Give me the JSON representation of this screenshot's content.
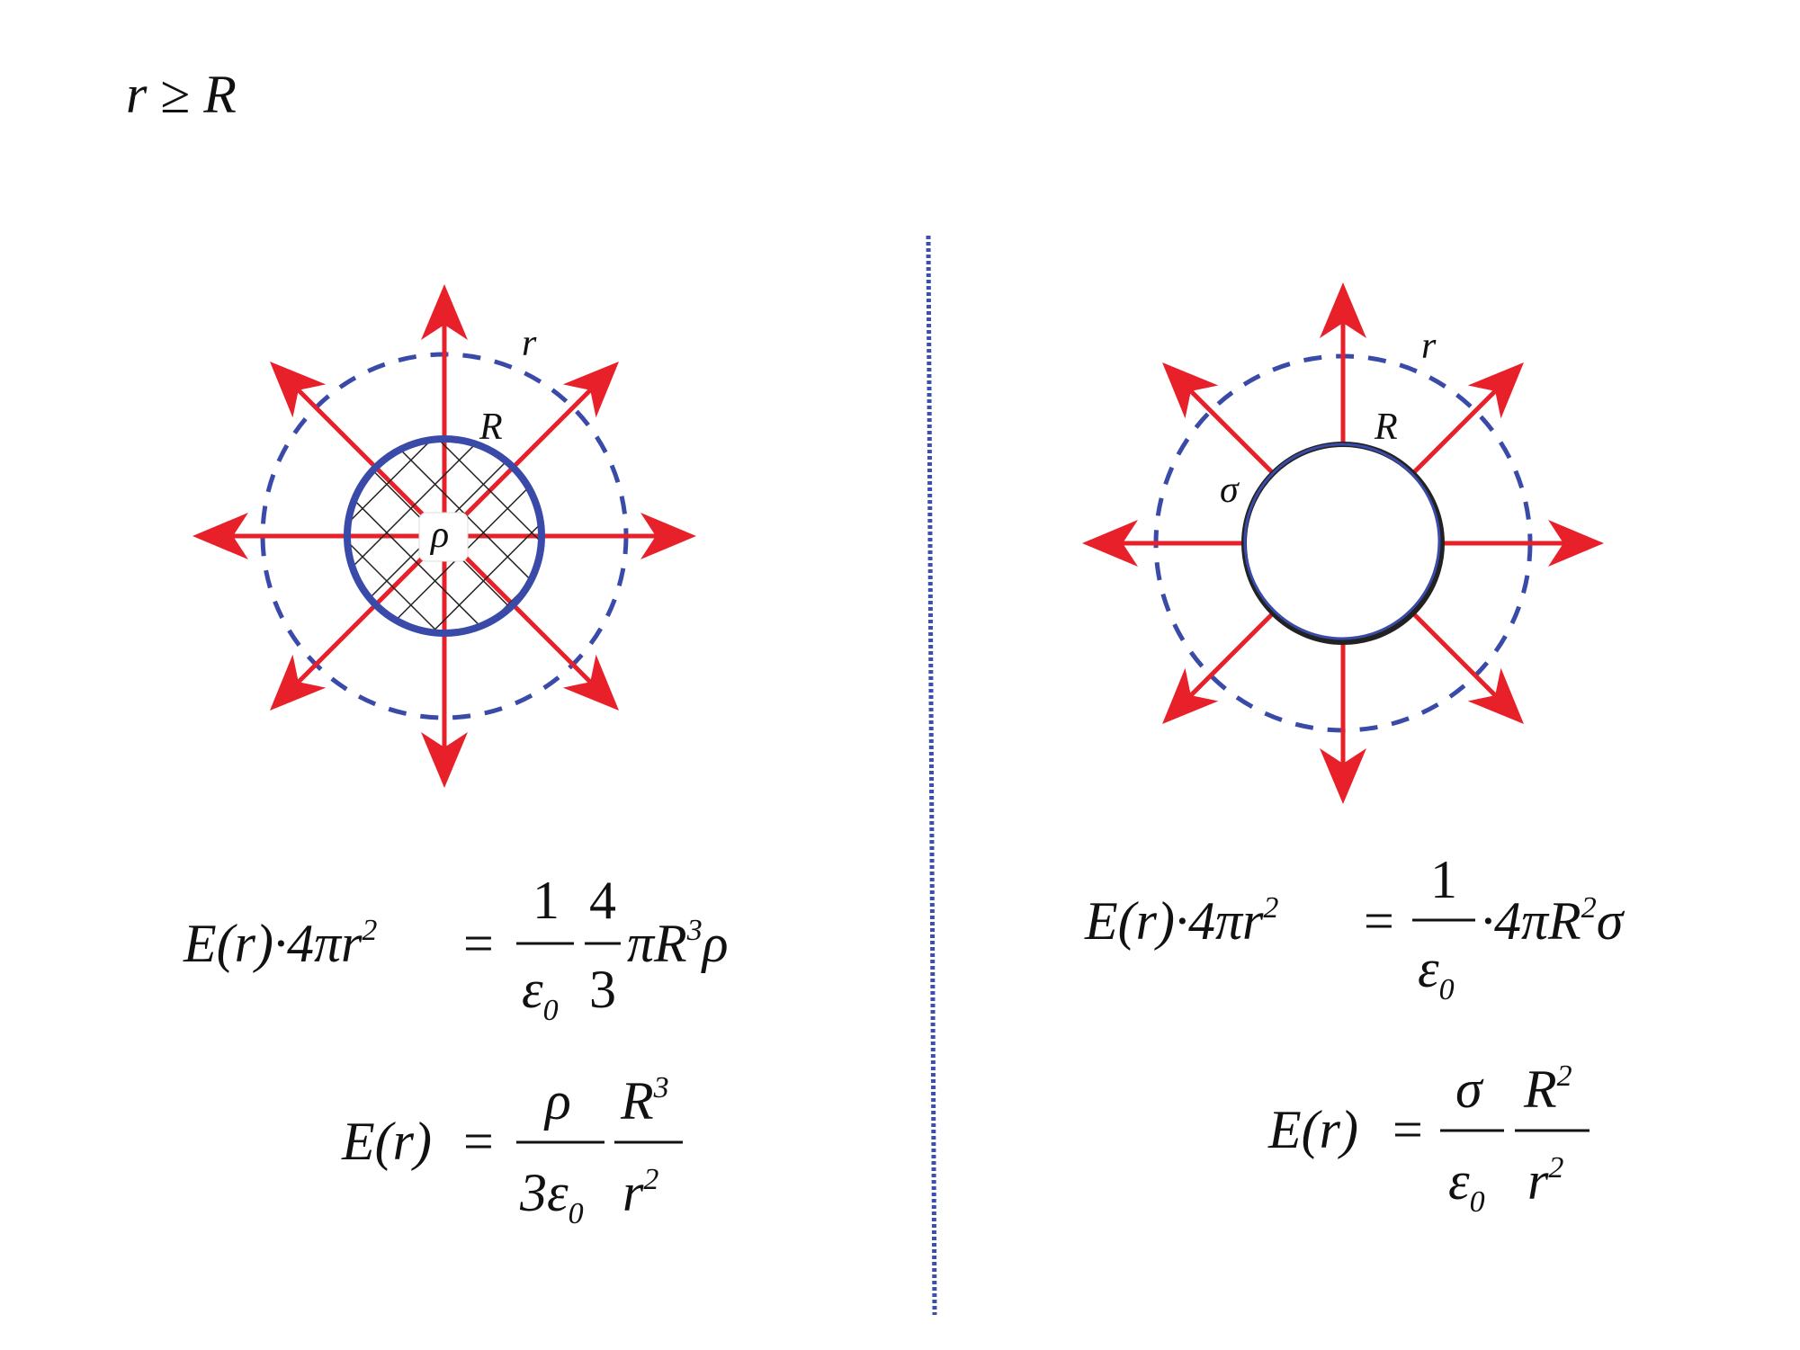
{
  "heading": {
    "lhs": "r",
    "op": "≥",
    "rhs": "R"
  },
  "colors": {
    "arrow": "#e8202a",
    "circle": "#3a4aa8",
    "dashed": "#3a4aa8",
    "divider": "#3b4fb0"
  },
  "left_diagram": {
    "label_r": "r",
    "label_R": "R",
    "label_rho": "ρ"
  },
  "right_diagram": {
    "label_r": "r",
    "label_R": "R",
    "label_sigma": "σ"
  },
  "left_eq1": {
    "lhs": "E(r)·4πr",
    "lhs_exp": "2",
    "eq": "=",
    "f1_num": "1",
    "f1_den": "ε",
    "f1_den_sub": "0",
    "f2_num": "4",
    "f2_den": "3",
    "rest": "πR",
    "rest_exp": "3",
    "tail": "ρ"
  },
  "left_eq2": {
    "lhs": "E(r)",
    "eq": "=",
    "f1_num": "ρ",
    "f1_den": "3ε",
    "f1_den_sub": "0",
    "f2_num": "R",
    "f2_num_exp": "3",
    "f2_den": "r",
    "f2_den_exp": "2"
  },
  "right_eq1": {
    "lhs": "E(r)·4πr",
    "lhs_exp": "2",
    "eq": "=",
    "f1_num": "1",
    "f1_den": "ε",
    "f1_den_sub": "0",
    "rest": "·4πR",
    "rest_exp": "2",
    "tail": "σ"
  },
  "right_eq2": {
    "lhs": "E(r)",
    "eq": "=",
    "f1_num": "σ",
    "f1_den": "ε",
    "f1_den_sub": "0",
    "f2_num": "R",
    "f2_num_exp": "2",
    "f2_den": "r",
    "f2_den_exp": "2"
  }
}
